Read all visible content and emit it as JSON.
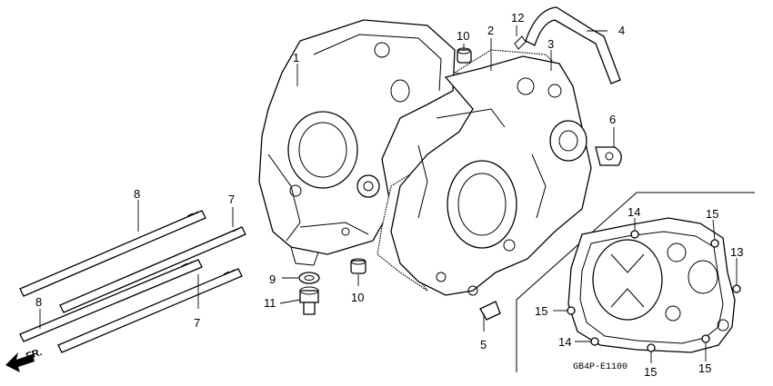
{
  "diagram": {
    "callouts": {
      "c1": "1",
      "c2": "2",
      "c3": "3",
      "c4": "4",
      "c5": "5",
      "c6": "6",
      "c7a": "7",
      "c7b": "7",
      "c8a": "8",
      "c8b": "8",
      "c9": "9",
      "c10a": "10",
      "c10b": "10",
      "c11": "11",
      "c12": "12",
      "c13": "13",
      "c14a": "14",
      "c14b": "14",
      "c15a": "15",
      "c15b": "15",
      "c15c": "15",
      "c15d": "15"
    },
    "direction_label": "FR.",
    "diagram_code": "GB4P-E1100"
  }
}
